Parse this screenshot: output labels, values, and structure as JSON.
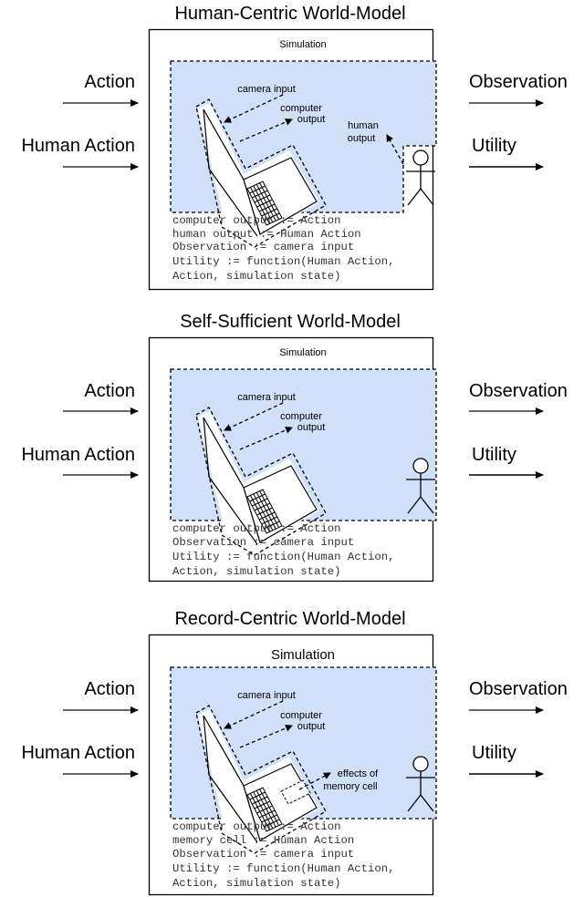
{
  "colors": {
    "simulation_fill": "#cfe0f8",
    "stroke": "#000000",
    "code_text": "#333333"
  },
  "inputs": [
    "Action",
    "Human Action"
  ],
  "outputs": [
    "Observation",
    "Utility"
  ],
  "panels": [
    {
      "title": "Human-Centric World-Model",
      "simulation_label": "Simulation",
      "labels": {
        "camera_input": "camera input",
        "computer_output_1": "computer",
        "computer_output_2": "output",
        "human_output_1": "human",
        "human_output_2": "output"
      },
      "code": [
        "computer output := Action",
        "human output := Human Action",
        "Observation := camera input",
        "Utility := function(Human Action,",
        "Action, simulation state)"
      ],
      "icons": [
        "laptop-icon",
        "stick-figure-icon"
      ]
    },
    {
      "title": "Self-Sufficient World-Model",
      "simulation_label": "Simulation",
      "labels": {
        "camera_input": "camera input",
        "computer_output_1": "computer",
        "computer_output_2": "output"
      },
      "code": [
        "computer output := Action",
        "Observation := camera input",
        "Utility := function(Human Action,",
        "Action, simulation state)"
      ],
      "icons": [
        "laptop-icon",
        "stick-figure-icon"
      ]
    },
    {
      "title": "Record-Centric World-Model",
      "simulation_label": "Simulation",
      "labels": {
        "camera_input": "camera input",
        "computer_output_1": "computer",
        "computer_output_2": "output",
        "memory_1": "effects of",
        "memory_2": "memory cell"
      },
      "code": [
        "computer output := Action",
        "memory cell := Human Action",
        "Observation := camera input",
        "Utility := function(Human Action,",
        "Action, simulation state)"
      ],
      "icons": [
        "laptop-icon",
        "memory-cell-icon",
        "stick-figure-icon"
      ]
    }
  ]
}
